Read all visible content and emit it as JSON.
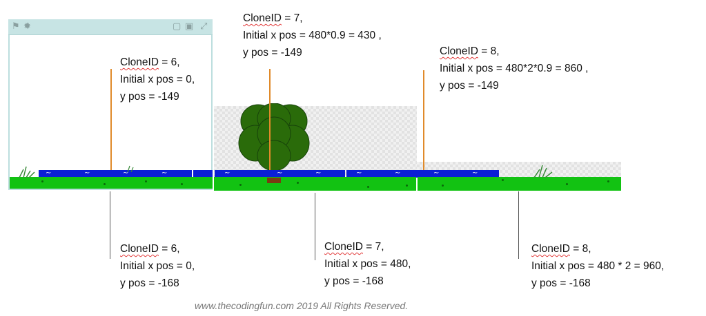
{
  "labels": {
    "top_clone6": {
      "id_word": "CloneID",
      "id_rest": " = 6,",
      "line2": "Initial x pos = 0,",
      "line3": "y pos = -149"
    },
    "top_clone7": {
      "id_word": "CloneID",
      "id_rest": " = 7,",
      "line2": "Initial x pos = 480*0.9 = 430 ,",
      "line3": "y pos = -149"
    },
    "top_clone8": {
      "id_word": "CloneID",
      "id_rest": " = 8,",
      "line2": "Initial x pos = 480*2*0.9 = 860 ,",
      "line3": "y pos = -149"
    },
    "bottom_clone6": {
      "id_word": "CloneID",
      "id_rest": " = 6,",
      "line2": "Initial x pos = 0,",
      "line3": "y pos = -168"
    },
    "bottom_clone7": {
      "id_word": "CloneID",
      "id_rest": " = 7,",
      "line2": "Initial x pos = 480,",
      "line3": "y pos = -168"
    },
    "bottom_clone8": {
      "id_word": "CloneID",
      "id_rest": " = 8,",
      "line2": "Initial x pos = 480 * 2 = 960,",
      "line3": "y pos = -168"
    }
  },
  "footer": "www.thecodingfun.com 2019 All Rights Reserved.",
  "stage_toolbar": {
    "flag_icon": "flag-icon",
    "stop_icon": "stop-icon",
    "layout_icons": [
      "small-stage-icon",
      "normal-stage-icon",
      "fullscreen-icon"
    ]
  },
  "colors": {
    "ground": "#12c212",
    "water": "#0b1fd6",
    "orange_marker": "#e08a2a",
    "tree_leaves": "#2a6b0a",
    "tree_trunk": "#7a3b12"
  }
}
